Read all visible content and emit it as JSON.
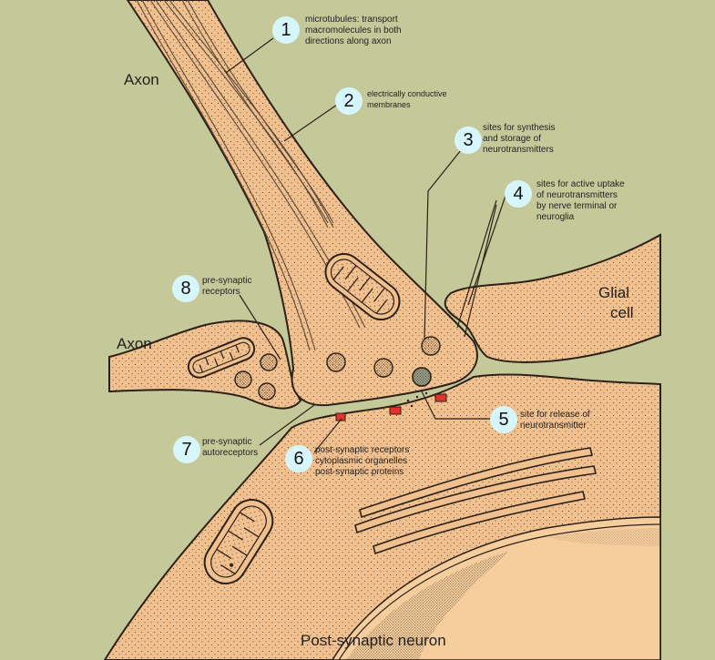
{
  "regions": {
    "axon_top": "Axon",
    "axon_left": "Axon",
    "glial_1": "Glial",
    "glial_2": "cell",
    "post_neuron": "Post-synaptic neuron"
  },
  "callouts": [
    {
      "n": "1",
      "lines": [
        "microtubules: transport",
        "macromolecules in both",
        "directions along axon"
      ]
    },
    {
      "n": "2",
      "lines": [
        "electrically conductive",
        "membranes"
      ]
    },
    {
      "n": "3",
      "lines": [
        "sites for synthesis",
        "and storage of",
        "neurotransmitters"
      ]
    },
    {
      "n": "4",
      "lines": [
        "sites for active uptake",
        "of neurotransmitters",
        "by nerve terminal or",
        "neuroglia"
      ]
    },
    {
      "n": "5",
      "lines": [
        "site for release of",
        "neurotransmitter"
      ]
    },
    {
      "n": "6",
      "lines": [
        "post-synaptic receptors",
        "cytoplasmic organelles",
        "post-synaptic proteins"
      ]
    },
    {
      "n": "7",
      "lines": [
        "pre-synaptic",
        "autoreceptors"
      ]
    },
    {
      "n": "8",
      "lines": [
        "pre-synaptic",
        "receptors"
      ]
    }
  ],
  "colors": {
    "background": "#c5c99a",
    "cell_fill": "#f1c08f",
    "nucleus_fill": "#f6cd9c",
    "outline": "#2b2117",
    "receptor": "#e4312a",
    "badge": "#d6f6fb"
  }
}
